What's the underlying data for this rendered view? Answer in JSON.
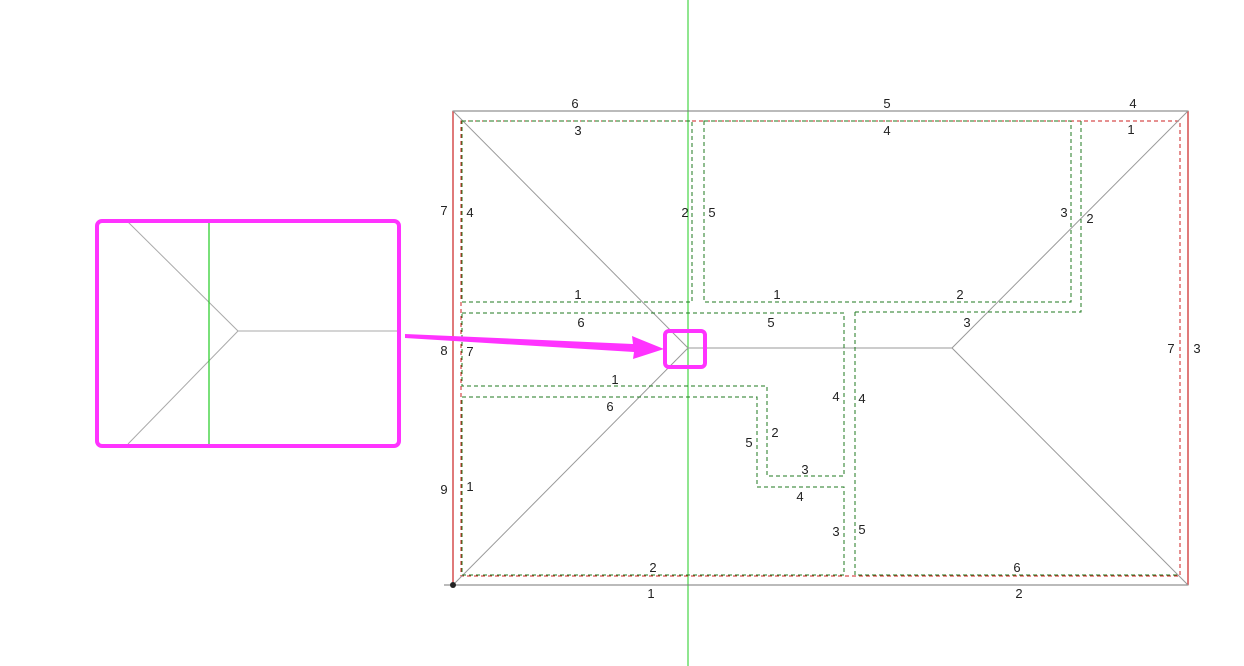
{
  "colors": {
    "background": "#ffffff",
    "outline": "#777777",
    "hip_line": "#999999",
    "axis": "#22cc22",
    "red_dash": "#cc2222",
    "green_dash": "#1f7a1f",
    "highlight": "#ff33ff",
    "text": "#222222"
  },
  "labels": {
    "top_edge": [
      "6",
      "5",
      "4"
    ],
    "bottom_edge": [
      "1",
      "2"
    ],
    "left_edge": [
      "7",
      "8",
      "9"
    ],
    "right_edge": [
      "3"
    ],
    "region_a": [
      "3",
      "4",
      "2",
      "1"
    ],
    "region_b": [
      "5",
      "4",
      "3",
      "1",
      "2"
    ],
    "region_c": [
      "1",
      "2"
    ],
    "region_d": [
      "6",
      "5",
      "4",
      "7",
      "1"
    ],
    "region_e": [
      "6",
      "2",
      "3",
      "5",
      "4",
      "3",
      "2",
      "1"
    ],
    "region_f": [
      "3",
      "4",
      "5",
      "6",
      "7"
    ]
  },
  "callout": {
    "icon": "magnifier-inset",
    "arrow_icon": "arrow-pointer"
  }
}
